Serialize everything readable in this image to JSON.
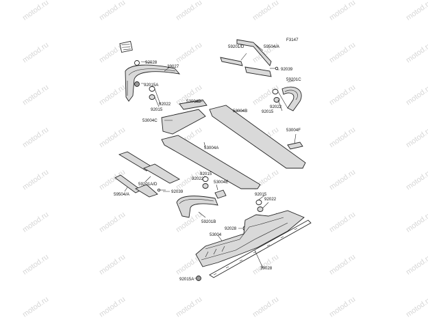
{
  "figure": {
    "code": "F3147",
    "watermark": "motod.ru"
  },
  "labels": {
    "p92028_top": "92028",
    "p39027": "39027",
    "p92015a_top": "92015A",
    "p92022_left": "92022",
    "p92015_left": "92015",
    "p53004c": "53004C",
    "p53004d": "53004D",
    "p59201d_top": "59201/D",
    "p59504a_top": "59504/A",
    "p92039_top": "92039",
    "p59201c": "59201C",
    "p92022_right": "92022",
    "p92015_right": "92015",
    "p53004b": "53004B",
    "p53004f": "53004F",
    "p53004a": "53004A",
    "p92015_mid": "92015",
    "p92022_mid": "92022",
    "p53004e": "53004E",
    "p59201ad": "59201A/D",
    "p92039_mid": "92039",
    "p59504a_mid": "59504/A",
    "p59201b": "59201B",
    "p92015_low": "92015",
    "p92022_low": "92022",
    "p92028_low": "92028",
    "p53004": "53004",
    "p39028": "39028",
    "p92015a_low": "92015A"
  }
}
